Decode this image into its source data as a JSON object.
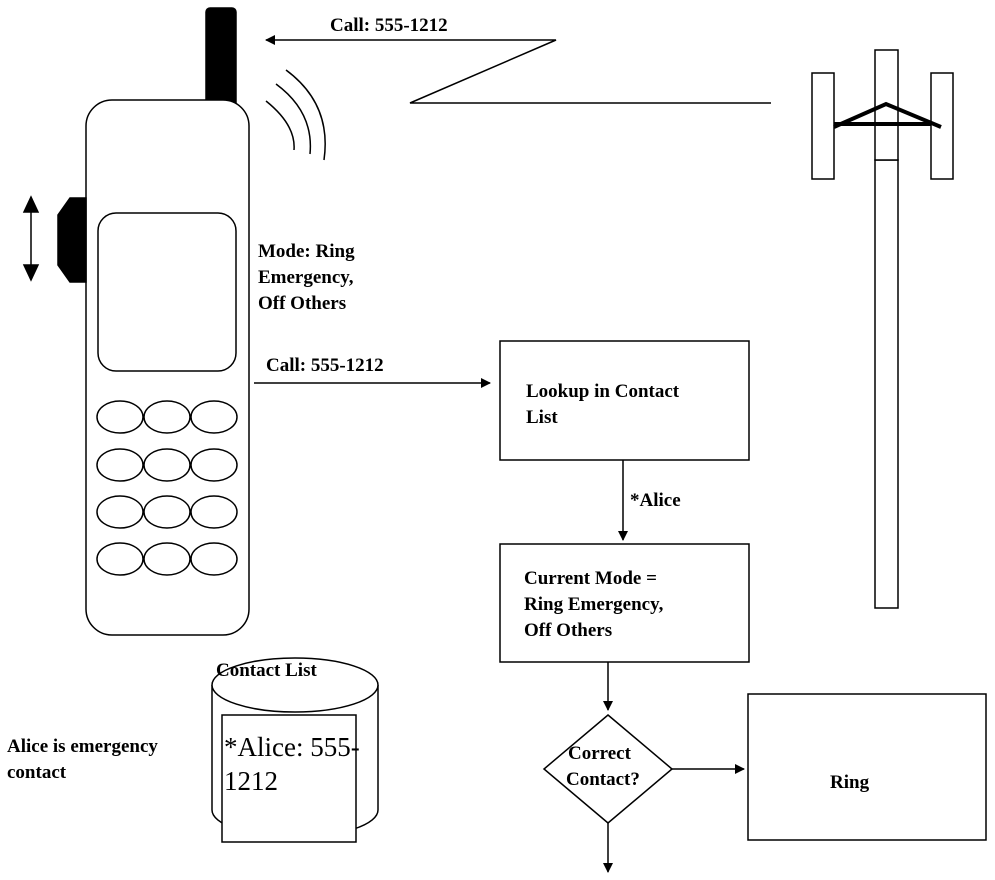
{
  "diagram": {
    "incoming_call_label": "Call:  555-1212",
    "mode_label": [
      "Mode: Ring",
      "Emergency,",
      "Off Others"
    ],
    "forwarded_call_label": "Call:  555-1212",
    "lookup_box": [
      "Lookup in Contact",
      "List"
    ],
    "lookup_result": "*Alice",
    "current_mode_box": [
      "Current Mode =",
      "Ring Emergency,",
      "Off Others"
    ],
    "decision": [
      "Correct",
      "Contact?"
    ],
    "ring_box": "Ring",
    "database": {
      "title": "Contact List",
      "entry": [
        "*Alice: 555-",
        "1212"
      ]
    },
    "emergency_note": [
      "Alice is emergency",
      "contact"
    ]
  }
}
